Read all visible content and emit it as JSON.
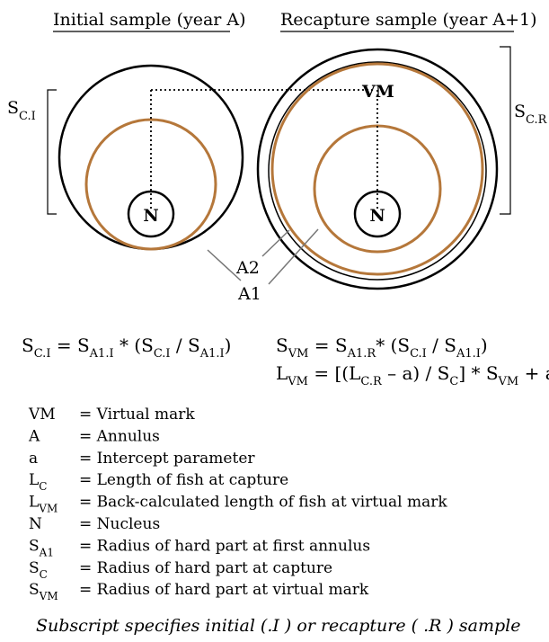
{
  "titles": {
    "initial": "Initial sample (year A)",
    "recapture": "Recapture sample (year A+1)"
  },
  "labels": {
    "sci_main": "S",
    "sci_sub": "C.I",
    "scr_main": "S",
    "scr_sub": "C.R",
    "vm": "VM",
    "nucleus_left": "N",
    "nucleus_right": "N",
    "a2": "A2",
    "a1": "A1"
  },
  "equations": {
    "eq1": {
      "t1": "S",
      "s1": "C.I",
      "t2": " = S",
      "s2": "A1.I",
      "t3": " * (S",
      "s3": "C.I",
      "t4": " / S",
      "s4": "A1.I",
      "t5": ")"
    },
    "eq2": {
      "t1": "S",
      "s1": "VM",
      "t2": " = S",
      "s2": "A1.R",
      "t3": "* (S",
      "s3": "C.I",
      "t4": " / S",
      "s4": "A1.I",
      "t5": ")"
    },
    "eq3": {
      "t1": "L",
      "s1": "VM",
      "t2": " = [(L",
      "s2": "C.R",
      "t3": " – a) / S",
      "s3": "C",
      "t4": "] * S",
      "s4": "VM",
      "t5": " + a"
    }
  },
  "glossary": [
    {
      "sym": "VM",
      "sub": "",
      "def": "= Virtual mark"
    },
    {
      "sym": "A",
      "sub": "",
      "def": "= Annulus"
    },
    {
      "sym": "a",
      "sub": "",
      "def": "= Intercept parameter"
    },
    {
      "sym": "L",
      "sub": "C",
      "def": "= Length of fish at capture"
    },
    {
      "sym": "L",
      "sub": "VM",
      "def": "= Back-calculated length of fish at virtual mark"
    },
    {
      "sym": "N",
      "sub": "",
      "def": "= Nucleus"
    },
    {
      "sym": "S",
      "sub": "A1",
      "def": "= Radius of hard part at first annulus"
    },
    {
      "sym": "S",
      "sub": "C",
      "def": "= Radius of hard part at capture"
    },
    {
      "sym": "S",
      "sub": "VM",
      "def": "= Radius of hard part at virtual mark"
    }
  ],
  "footnote": "Subscript specifies initial (.I ) or recapture ( .R ) sample",
  "colors": {
    "annulus": "#b5773a",
    "outline": "#000000"
  }
}
